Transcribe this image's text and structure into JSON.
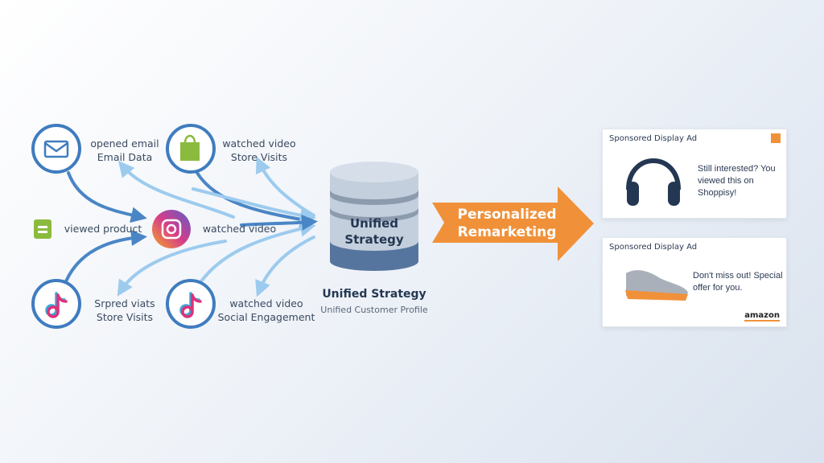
{
  "sources": [
    {
      "icon": "email-icon",
      "line1": "opened email",
      "line2": "Email Data"
    },
    {
      "icon": "shopping-bag-icon",
      "line1": "watched video",
      "line2": "Store Visits"
    },
    {
      "icon": "chat-icon",
      "line1": "viewed product"
    },
    {
      "icon": "instagram-icon",
      "line1": "watched video"
    },
    {
      "icon": "tiktok-icon",
      "line1": "Srpred viats",
      "line2": "Store Visits"
    },
    {
      "icon": "tiktok-icon",
      "line1": "watched video",
      "line2": "Social Engagement"
    }
  ],
  "database": {
    "label_line1": "Unified",
    "label_line2": "Strategy",
    "title": "Unified Strategy",
    "subtitle": "Unified Customer Profile"
  },
  "arrow": {
    "line1": "Personalized",
    "line2": "Remarketing",
    "color": "#f0913a"
  },
  "ads": [
    {
      "title": "Sponsored Display Ad",
      "product": "headphones-icon",
      "message": "Still interested? You viewed this on Shoppisy!"
    },
    {
      "title": "Sponsored Display Ad",
      "product": "sneaker-icon",
      "message": "Don't miss out! Special offer for you.",
      "brand": "amazon"
    }
  ],
  "colors": {
    "dark_arrow": "#4a86c5",
    "light_arrow": "#9ccbee",
    "circle": "#3f7cbf",
    "db_top": "#b9c6d6",
    "db_bottom": "#56759e"
  }
}
